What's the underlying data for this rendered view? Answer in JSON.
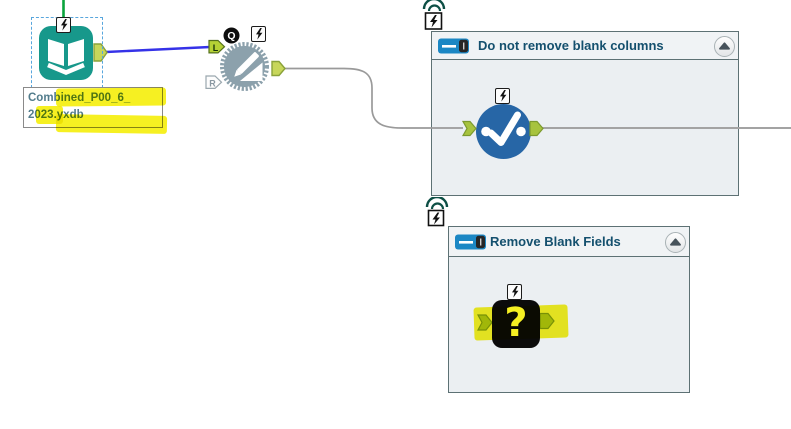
{
  "workflow": {
    "input_tool": {
      "name": "input-data-tool",
      "annotation_line1": "Combined_P00_6_",
      "annotation_line2": "2023.yxdb"
    },
    "macro_tool": {
      "question_badge": "Q",
      "left_anchor_label": "L",
      "right_anchor_label": "R"
    },
    "unknown_tool": {
      "glyph": "?"
    },
    "containers": [
      {
        "title": "Do not remove blank columns"
      },
      {
        "title": "Remove Blank Fields"
      }
    ],
    "colors": {
      "input_tool_teal": "#17988b",
      "cleansing_blue": "#2766a6",
      "anchor_green": "#b9cf52",
      "anchor_green_dark": "#7c9a2e",
      "wire_blue": "#3532e8",
      "wire_green": "#0aa33c",
      "wire_gray": "#9a9a9a",
      "container_border": "#5d7174",
      "container_title": "#14506e",
      "toggle_blue": "#1b87c4",
      "highlight_yellow": "#f6ef0f",
      "annotation_text": "#527c8c"
    }
  }
}
